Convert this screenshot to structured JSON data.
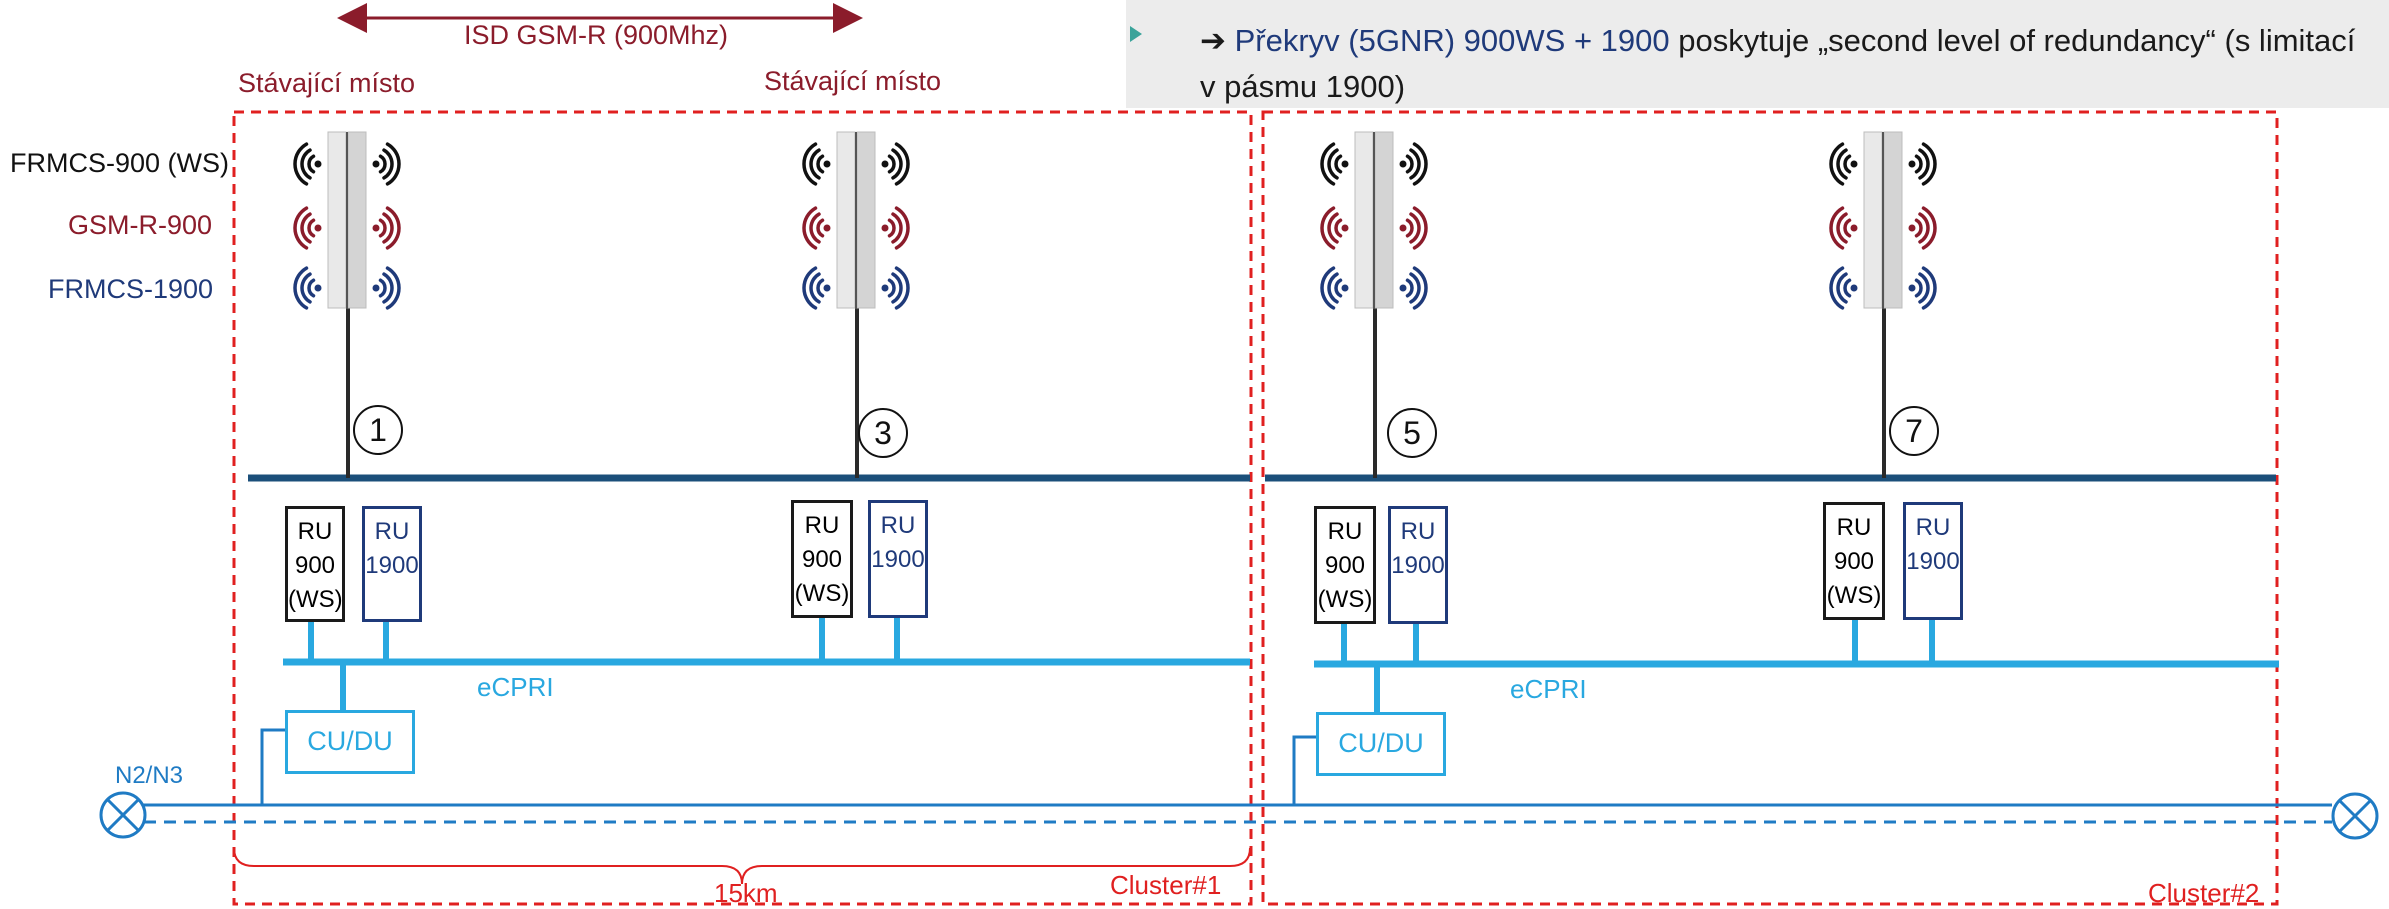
{
  "colors": {
    "dark_red": "#8b1c2b",
    "navy": "#1f3a7a",
    "dark_blue_bus": "#1b4f7a",
    "light_blue": "#29a8e0",
    "cluster_red": "#e02020",
    "black": "#111111"
  },
  "header": {
    "isd_label": "ISD GSM-R (900Mhz)",
    "site_label_1": "Stávající místo",
    "site_label_2": "Stávající místo"
  },
  "legend": {
    "frmcs900": "FRMCS-900 (WS)",
    "gsmr900": "GSM-R-900",
    "frmcs1900": "FRMCS-1900"
  },
  "note": {
    "bullet_icon": "triangle-bullet",
    "arrow": "➔",
    "highlight": "Překryv (5GNR) 900WS + 1900",
    "rest": " poskytuje „second level of redundancy“ (s limitací v pásmu 1900)"
  },
  "sites": [
    {
      "number": "1",
      "icon": "antenna-tower-icon"
    },
    {
      "number": "3",
      "icon": "antenna-tower-icon"
    },
    {
      "number": "5",
      "icon": "antenna-tower-icon"
    },
    {
      "number": "7",
      "icon": "antenna-tower-icon"
    }
  ],
  "ru": {
    "ru900": [
      "RU",
      "900",
      "(WS)"
    ],
    "ru1900": [
      "RU",
      "1900"
    ]
  },
  "cudu_label": "CU/DU",
  "ecpri_label": "eCPRI",
  "n2n3_label": "N2/N3",
  "distance_label": "15km",
  "cluster1_label": "Cluster#1",
  "cluster2_label": "Cluster#2"
}
